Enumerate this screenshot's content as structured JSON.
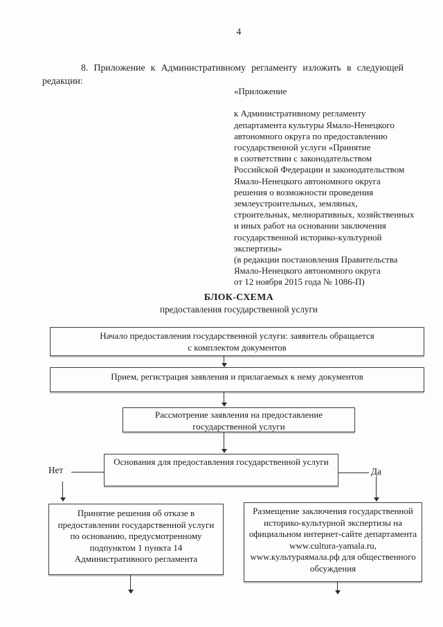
{
  "page": {
    "number": "4",
    "paragraph": "8. Приложение к Административному регламенту изложить в следующей редакции:",
    "appendix_block": "«Приложение\n\nк Административному регламенту\nдепартамента культуры Ямало-Ненецкого\nавтономного округа по предоставлению\nгосударственной услуги «Принятие\nв соответствии с законодательством\nРоссийской Федерации и законодательством\nЯмало-Ненецкого автономного округа\nрешения о возможности проведения\nземлеустроительных, земляных,\nстроительных, мелиоративных, хозяйственных\nи иных работ на основании заключения\nгосударственной историко-культурной\nэкспертизы»\n(в редакции постановления Правительства\nЯмало-Ненецкого автономного округа\nот 12 ноября 2015 года № 1086-П)"
  },
  "flowchart": {
    "title": "БЛОК-СХЕМА",
    "subtitle": "предоставления государственной услуги",
    "steps": {
      "start": "Начало предоставления государственной услуги: заявитель обращается\nс комплектом документов",
      "reception": "Прием, регистрация заявления и прилагаемых к нему документов",
      "review": "Рассмотрение заявления на предоставление\nгосударственной услуги",
      "grounds": "Основания для предоставления государственной услуги",
      "refusal": "Принятие решения об отказе в\nпредоставлении государственной услуги\nпо основанию, предусмотренному\nподпунктом 1 пункта 14\nАдминистративного регламента",
      "publication": "Размещение заключения государственной\nисторико-культурной экспертизы на\nофициальном интернет-сайте департамента\nwww.cultura-yamala.ru,\nwww.культураямала.рф для общественного\nобсуждения"
    },
    "branch_no": "Нет",
    "branch_yes": "Да"
  },
  "colors": {
    "text": "#1c1c1c",
    "border": "#3c3c3c",
    "background": "#fdfdfd"
  }
}
